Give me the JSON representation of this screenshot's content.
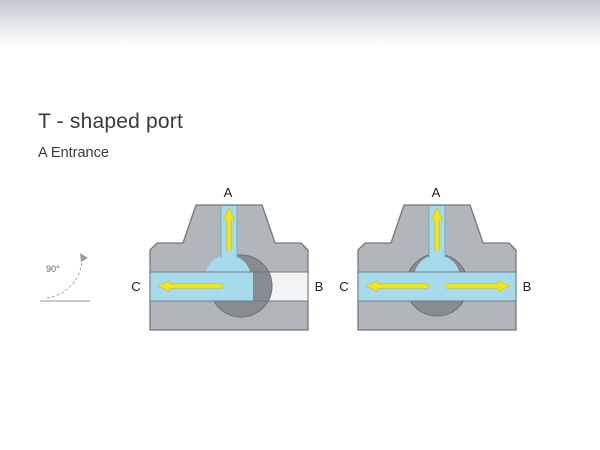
{
  "slide": {
    "title": "T - shaped port",
    "subtitle": "A Entrance"
  },
  "annotation": {
    "angle": "90°"
  },
  "diagrams": [
    {
      "name": "t-port-flow-a-c",
      "ports": {
        "top": "A",
        "left": "C",
        "right": "B"
      },
      "blocked_port": "B",
      "flow_arrows": [
        {
          "channel": "A",
          "direction": "up"
        },
        {
          "channel": "C",
          "direction": "left"
        }
      ]
    },
    {
      "name": "t-port-flow-a-b-c",
      "ports": {
        "top": "A",
        "left": "C",
        "right": "B"
      },
      "blocked_port": null,
      "flow_arrows": [
        {
          "channel": "A",
          "direction": "up"
        },
        {
          "channel": "C",
          "direction": "left"
        },
        {
          "channel": "B",
          "direction": "right"
        }
      ]
    }
  ],
  "colors": {
    "header_top": "#c3c9d2",
    "body_gray": "#b2b6ba",
    "body_stroke": "#75797d",
    "ball_gray": "#888c90",
    "ball_stroke": "#6d7175",
    "channel_cyan": "#a6dbee",
    "channel_edge": "#6fb0c8",
    "channel_blocked": "#f2f3f4",
    "arrow_yellow": "#f2e41a"
  }
}
